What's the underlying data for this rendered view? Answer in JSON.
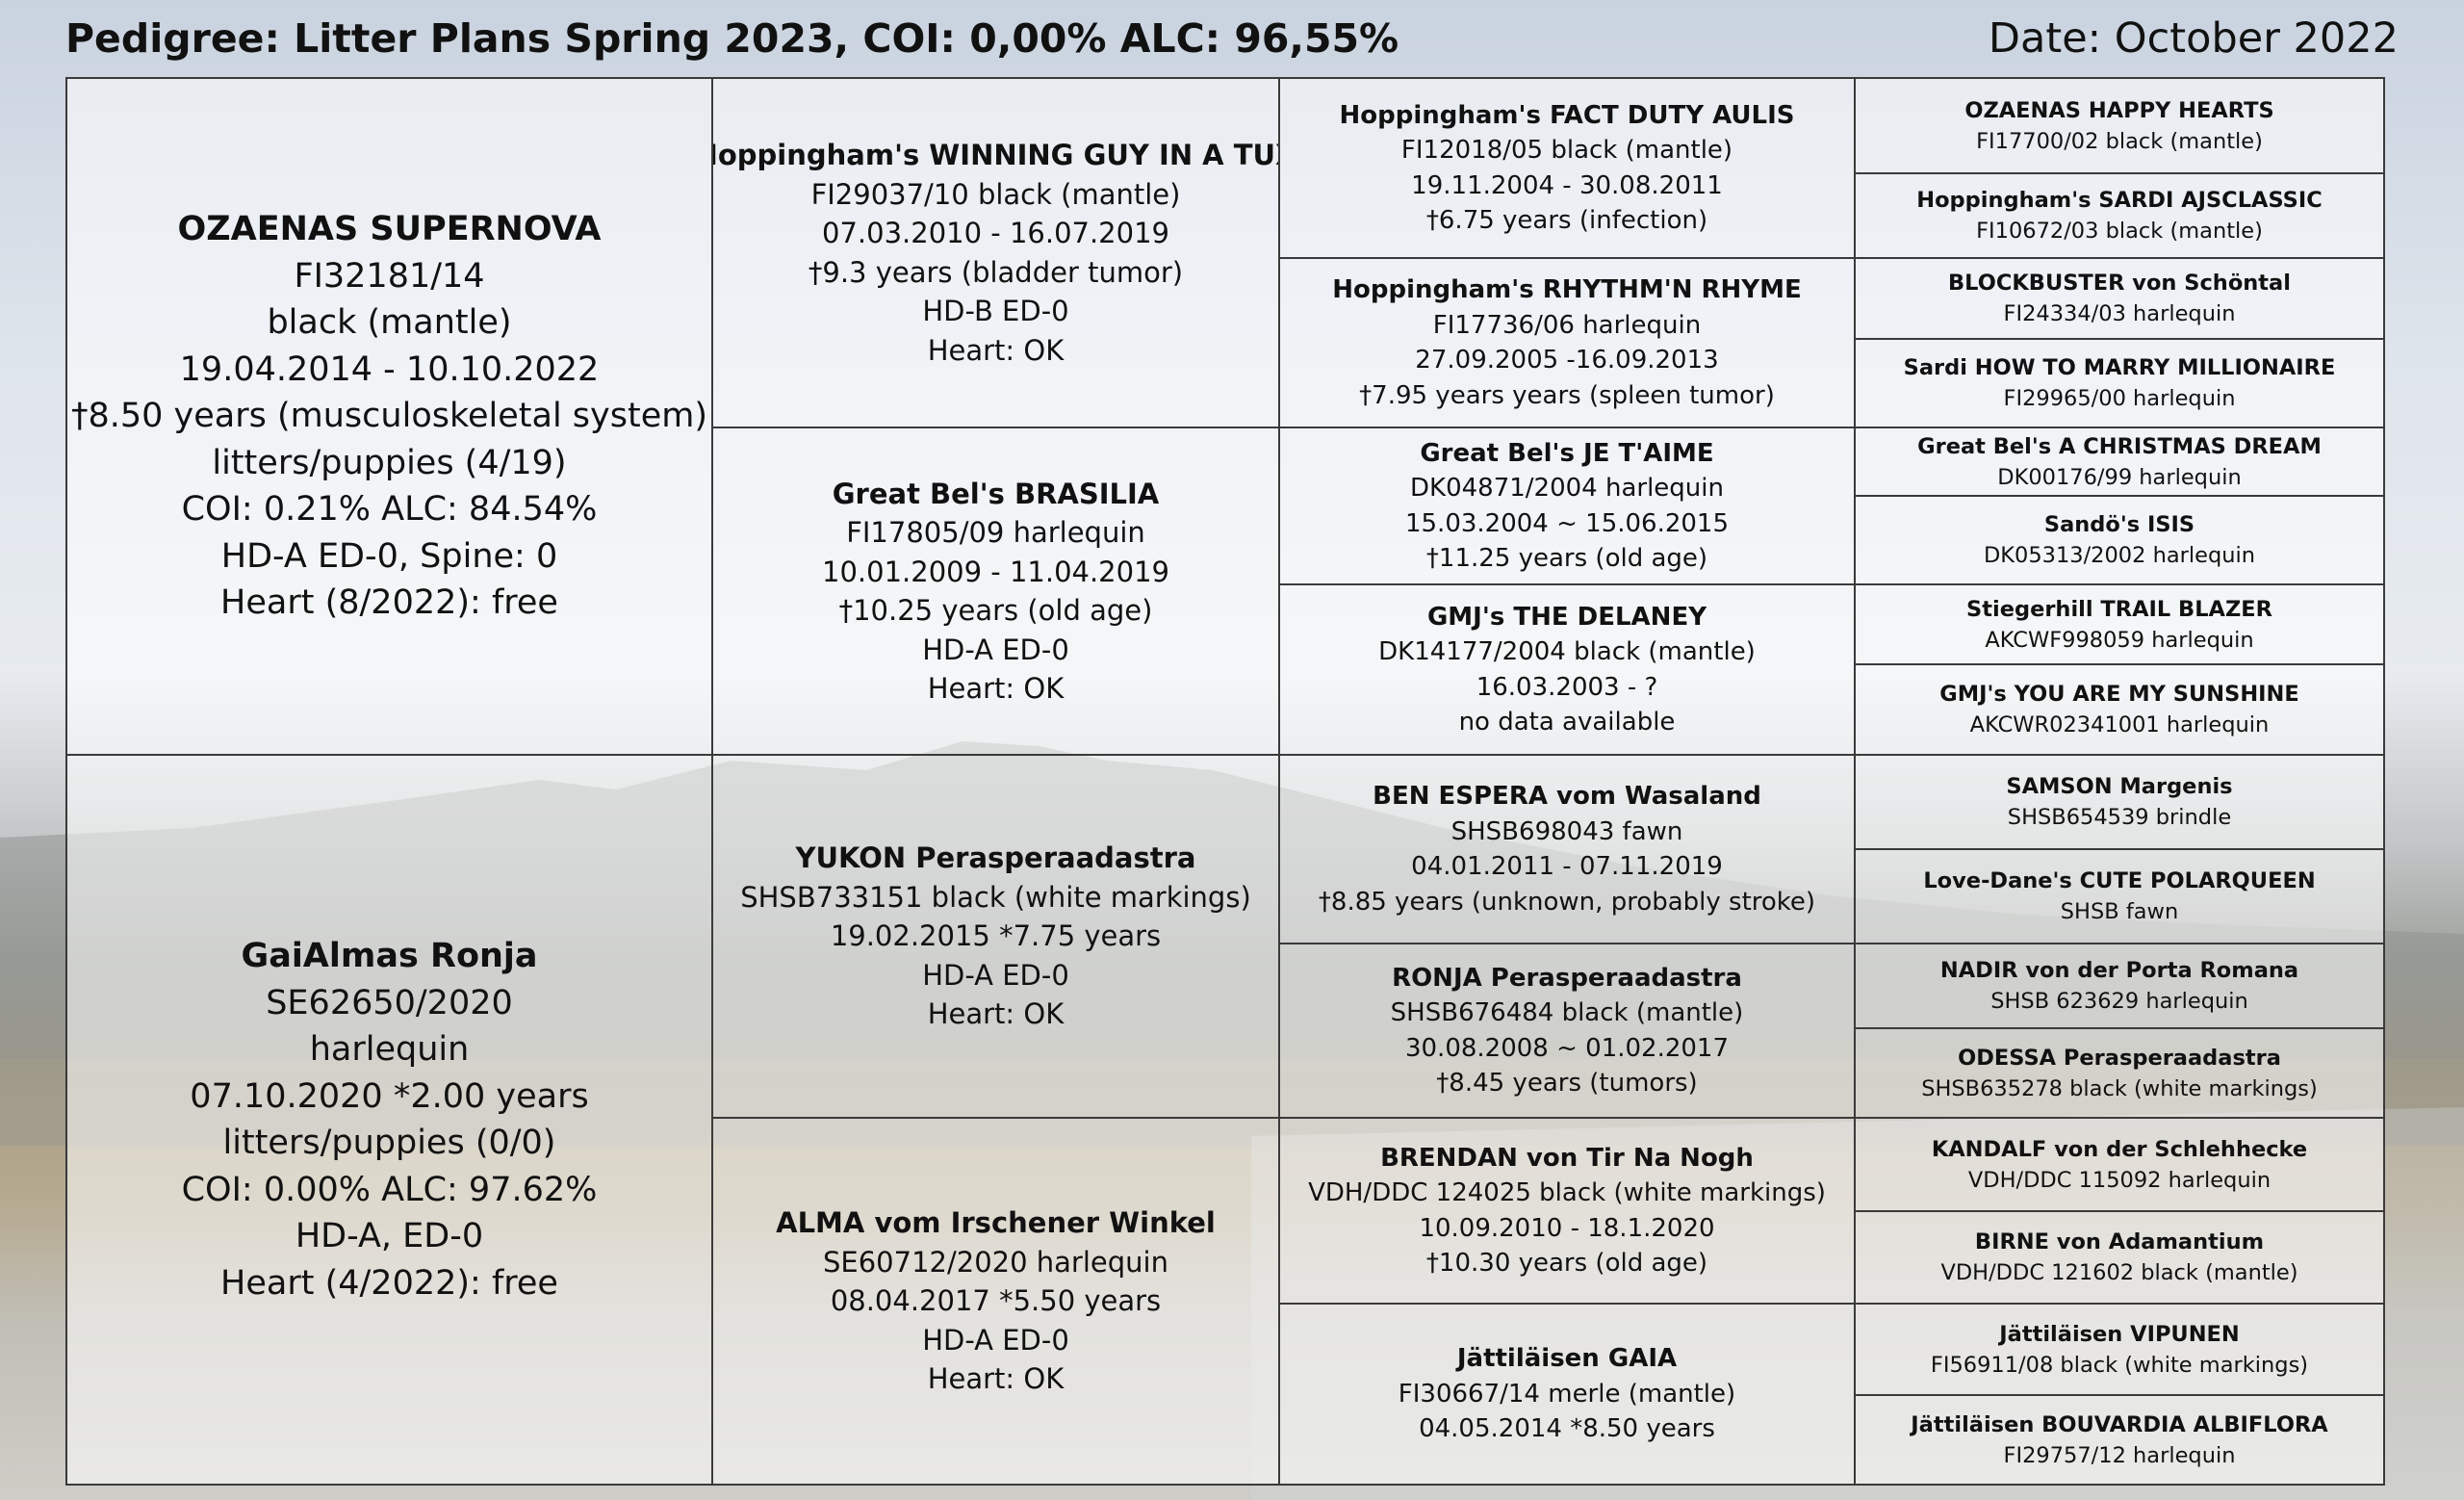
{
  "header": {
    "title": "Pedigree: Litter Plans Spring 2023, COI: 0,00% ALC: 96,55%",
    "date": "Date: October 2022"
  },
  "gen1": [
    {
      "name": "OZAENAS SUPERNOVA",
      "lines": [
        "FI32181/14",
        "black (mantle)",
        "19.04.2014 - 10.10.2022",
        "†8.50 years (musculoskeletal  system)",
        "litters/puppies (4/19)",
        "COI: 0.21% ALC: 84.54%",
        "HD-A ED-0, Spine: 0",
        "Heart (8/2022): free"
      ]
    },
    {
      "name": "GaiAlmas Ronja",
      "lines": [
        "SE62650/2020",
        "harlequin",
        "07.10.2020 *2.00 years",
        "litters/puppies (0/0)",
        "COI: 0.00% ALC: 97.62%",
        "HD-A, ED-0",
        "Heart (4/2022): free"
      ]
    }
  ],
  "gen2": [
    {
      "name": "Hoppingham's WINNING GUY IN A TUX",
      "lines": [
        "FI29037/10 black (mantle)",
        "07.03.2010 - 16.07.2019",
        "†9.3 years (bladder tumor)",
        "HD-B ED-0",
        "Heart: OK"
      ]
    },
    {
      "name": "Great Bel's BRASILIA",
      "lines": [
        "FI17805/09 harlequin",
        "10.01.2009 - 11.04.2019",
        "†10.25 years (old age)",
        "HD-A ED-0",
        "Heart: OK"
      ]
    },
    {
      "name": "YUKON Perasperaadastra",
      "lines": [
        "SHSB733151 black (white markings)",
        "19.02.2015 *7.75 years",
        "HD-A ED-0",
        "Heart: OK"
      ]
    },
    {
      "name": "ALMA vom Irschener Winkel",
      "lines": [
        "SE60712/2020 harlequin",
        "08.04.2017 *5.50  years",
        "HD-A ED-0",
        "Heart: OK"
      ]
    }
  ],
  "gen3": [
    {
      "name": "Hoppingham's FACT DUTY AULIS",
      "lines": [
        "FI12018/05 black (mantle)",
        "19.11.2004 - 30.08.2011",
        "†6.75 years (infection)"
      ]
    },
    {
      "name": "Hoppingham's RHYTHM'N RHYME",
      "lines": [
        "FI17736/06 harlequin",
        "27.09.2005 -16.09.2013",
        "†7.95 years years (spleen tumor)"
      ]
    },
    {
      "name": "Great Bel's JE T'AIME",
      "lines": [
        "DK04871/2004 harlequin",
        "15.03.2004 ~ 15.06.2015",
        "†11.25 years (old age)"
      ]
    },
    {
      "name": "GMJ's THE DELANEY",
      "lines": [
        "DK14177/2004 black (mantle)",
        "16.03.2003 - ?",
        "no data available"
      ]
    },
    {
      "name": "BEN ESPERA vom Wasaland",
      "lines": [
        "SHSB698043 fawn",
        "04.01.2011 - 07.11.2019",
        "†8.85 years (unknown, probably stroke)"
      ]
    },
    {
      "name": "RONJA Perasperaadastra",
      "lines": [
        "SHSB676484 black (mantle)",
        "30.08.2008 ~ 01.02.2017",
        "†8.45 years (tumors)"
      ]
    },
    {
      "name": "BRENDAN von Tir Na Nogh",
      "lines": [
        "VDH/DDC 124025 black (white markings)",
        "10.09.2010 - 18.1.2020",
        "†10.30 years (old age)"
      ]
    },
    {
      "name": "Jättiläisen GAIA",
      "lines": [
        "FI30667/14  merle (mantle)",
        "04.05.2014 *8.50 years"
      ]
    }
  ],
  "gen4": [
    {
      "name": "OZAENAS HAPPY HEARTS",
      "lines": [
        "FI17700/02 black (mantle)"
      ]
    },
    {
      "name": "Hoppingham's SARDI AJSCLASSIC",
      "lines": [
        "FI10672/03 black (mantle)"
      ]
    },
    {
      "name": "BLOCKBUSTER von Schöntal",
      "lines": [
        "FI24334/03 harlequin"
      ]
    },
    {
      "name": "Sardi HOW TO MARRY MILLIONAIRE",
      "lines": [
        "FI29965/00 harlequin"
      ]
    },
    {
      "name": "Great Bel's A CHRISTMAS DREAM",
      "lines": [
        "DK00176/99 harlequin"
      ]
    },
    {
      "name": "Sandö's ISIS",
      "lines": [
        "DK05313/2002 harlequin"
      ]
    },
    {
      "name": "Stiegerhill TRAIL BLAZER",
      "lines": [
        "AKCWF998059 harlequin"
      ]
    },
    {
      "name": "GMJ's YOU ARE MY SUNSHINE",
      "lines": [
        "AKCWR02341001 harlequin"
      ]
    },
    {
      "name": "SAMSON Margenis",
      "lines": [
        "SHSB654539 brindle"
      ]
    },
    {
      "name": "Love-Dane's CUTE POLARQUEEN",
      "lines": [
        "SHSB fawn"
      ]
    },
    {
      "name": "NADIR von der Porta Romana",
      "lines": [
        "SHSB 623629 harlequin"
      ]
    },
    {
      "name": "ODESSA Perasperaadastra",
      "lines": [
        "SHSB635278 black (white markings)"
      ]
    },
    {
      "name": "KANDALF von der Schlehhecke",
      "lines": [
        "VDH/DDC 115092 harlequin"
      ]
    },
    {
      "name": "BIRNE von Adamantium",
      "lines": [
        "VDH/DDC 121602 black (mantle)"
      ]
    },
    {
      "name": "Jättiläisen VIPUNEN",
      "lines": [
        "FI56911/08 black (white markings)"
      ]
    },
    {
      "name": "Jättiläisen BOUVARDIA ALBIFLORA",
      "lines": [
        "FI29757/12 harlequin"
      ]
    }
  ]
}
